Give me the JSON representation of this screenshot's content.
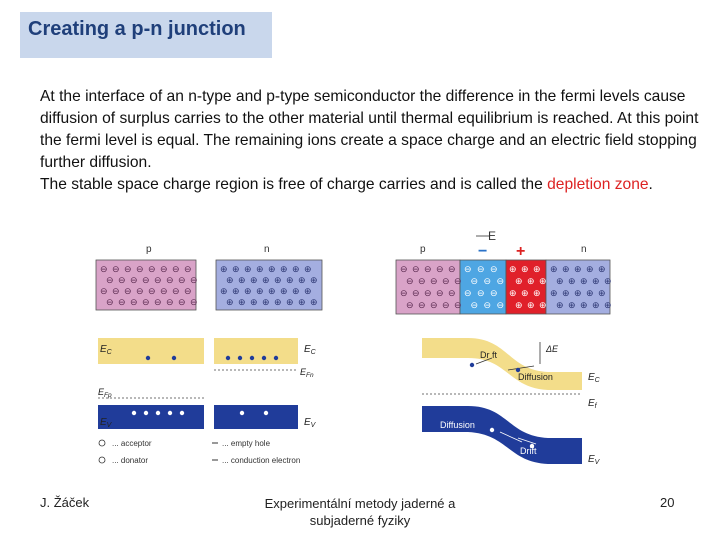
{
  "slide": {
    "title": "Creating a p-n junction",
    "paragraph1": "At the interface of an n-type and p-type semiconductor the difference in the fermi levels cause diffusion of surplus carries to the other material until thermal equilibrium is reached. At this point the fermi level is equal. The remaining ions create a space charge and an electric field stopping further diffusion.",
    "paragraph2_start": "The stable space charge region is free of charge carries and is called the ",
    "paragraph2_red": "depletion zone",
    "paragraph2_end": "."
  },
  "figure": {
    "label_p_left": "p",
    "label_n_left": "n",
    "label_p_right": "p",
    "label_n_right": "n",
    "field_label": "E",
    "minus_label": "−",
    "plus_label": "+",
    "ec": "E",
    "ec_sub": "C",
    "efn": "E",
    "efn_sub": "Fn",
    "efp": "E",
    "efp_sub": "Fp",
    "ev": "E",
    "ev_sub": "V",
    "ef": "E",
    "ef_sub": "f",
    "delta_e": "ΔE",
    "drift_top": "Dr ft",
    "diffusion_top": "Diffusion",
    "diffusion_bottom": "Diffusion",
    "drift_bottom": "Drift",
    "legend_acceptor": "... acceptor",
    "legend_donator": "... donator",
    "legend_hole": "... empty hole",
    "legend_electron": "... conduction electron",
    "colors": {
      "p_region": "#d9a3c8",
      "n_region": "#a4aee0",
      "depletion_p": "#4ea6e3",
      "depletion_n": "#e0202a",
      "conduction_band": "#f3dd8a",
      "valence_band": "#203c9a"
    }
  },
  "footer": {
    "author": "J. Žáček",
    "course": "Experimentální metody jaderné a subjaderné fyziky",
    "page_number": "20"
  }
}
